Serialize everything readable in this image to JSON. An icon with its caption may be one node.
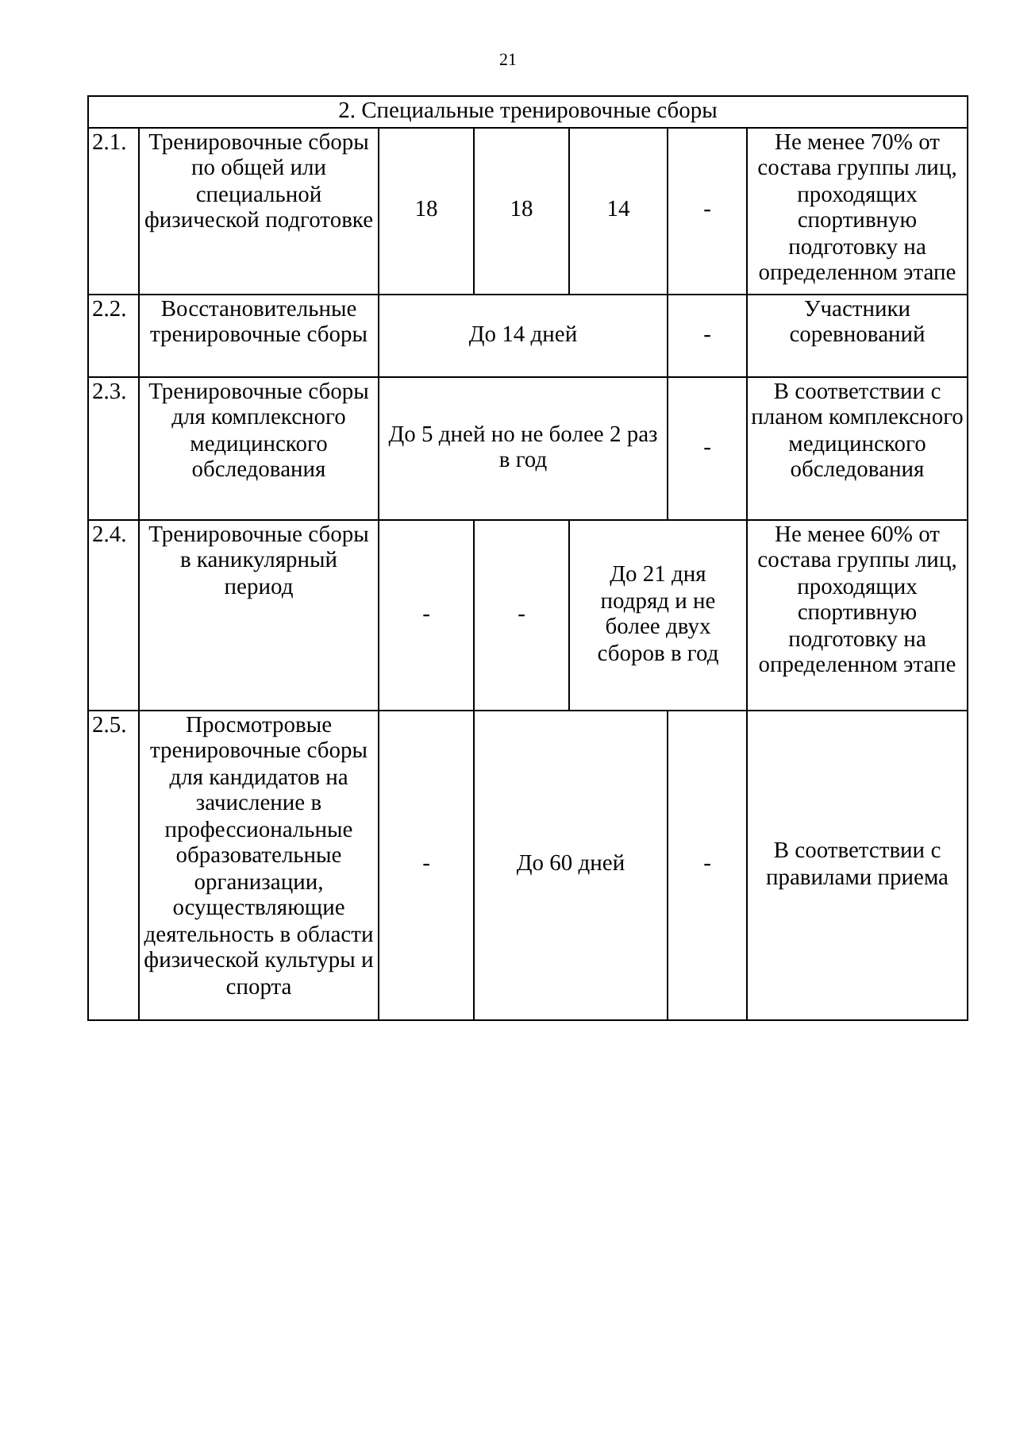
{
  "diagram": {
    "labels": [
      "21",
      "2. Специальные тренировочные сборы",
      "2.1.",
      "Тренировочные сборы по общей или специальной физической подготовке",
      "18",
      "18",
      "14",
      "-",
      "Не менее 70% от состава группы лиц, проходящих спортивную подготовку на определенном этапе",
      "2.2.",
      "Восстановительные тренировочные сборы",
      "До 14 дней",
      "-",
      "Участники соревнований",
      "2.3.",
      "Тренировочные сборы для комплексного медицинского обследования",
      "До 5 дней но не более 2 раз в год",
      "-",
      "В соответствии с планом комплексного медицинского обследования",
      "2.4.",
      "Тренировочные сборы в каникулярный период",
      "-",
      "-",
      "До 21 дня подряд и не более двух сборов в год",
      "Не менее 60% от состава группы лиц, проходящих спортивную подготовку на определенном этапе",
      "2.5.",
      "Просмотровые тренировочные сборы для кандидатов на зачисление в профессиональные образовательные организации, осуществляющие деятельность в области физической культуры и спорта",
      "-",
      "До 60 дней",
      "-",
      "В соответствии с правилами приема"
    ]
  }
}
